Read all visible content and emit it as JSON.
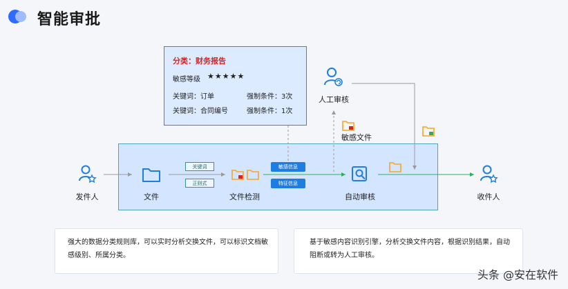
{
  "title": "智能审批",
  "classification": {
    "title": "分类：财务报告",
    "level_label": "敏感等级",
    "stars": "★★★★★",
    "rows": [
      {
        "k1": "关键词：订单",
        "k2": "强制条件：3次"
      },
      {
        "k1": "关键词：合同编号",
        "k2": "强制条件：1次"
      }
    ]
  },
  "nodes": {
    "sender": "发件人",
    "file": "文件",
    "file_check": "文件检测",
    "auto_review": "自动审核",
    "receiver": "收件人",
    "manual_review": "人工审核",
    "sensitive_file": "敏感文件"
  },
  "tags": {
    "keyword": "关键词",
    "regex": "正则式",
    "sensitive_info": "敏感信息",
    "feature_info": "特征信息"
  },
  "descriptions": {
    "left": "强大的数据分类规则库，可以实时分析交换文件，可以标识文档敏感级别、所属分类。",
    "right": "基于敏感内容识别引擎，分析交换文件内容，根据识别结果，自动阻断或转为人工审核。"
  },
  "footer": "头条 @安在软件",
  "colors": {
    "accent": "#1e7de0",
    "box_fill": "#d4e6ff",
    "card_fill": "#dcebff",
    "title_red": "#e02020",
    "arrow_gray": "#9a9a9a",
    "arrow_green": "#2fae5a",
    "folder_orange": "#f5a623"
  }
}
